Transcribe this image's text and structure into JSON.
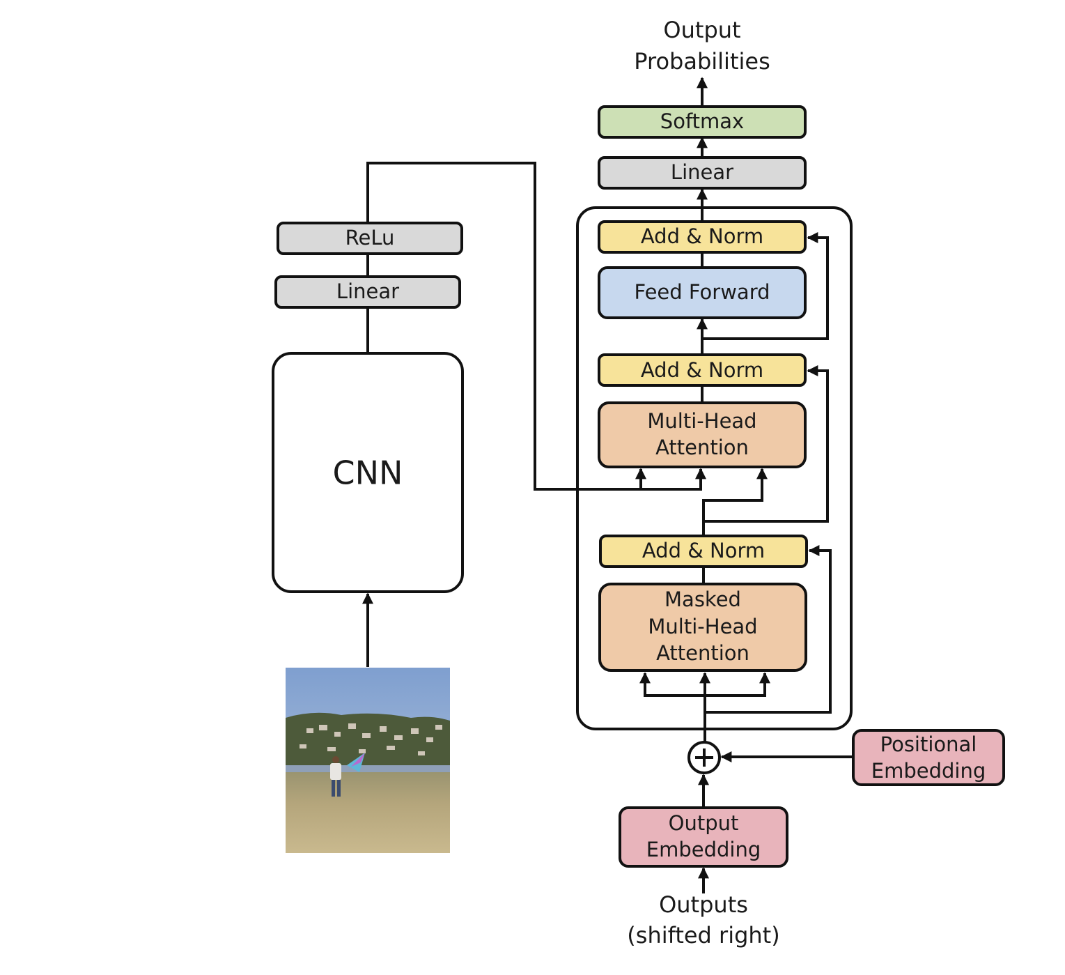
{
  "colors": {
    "gray_box": "#d9d9d9",
    "softmax_green": "#cde0b5",
    "add_norm_yellow": "#f7e39a",
    "feed_forward_blue": "#c7d8ee",
    "attention_orange": "#efcaa8",
    "embedding_pink": "#e8b4bb",
    "line": "#111111"
  },
  "top_output": {
    "line1": "Output",
    "line2": "Probabilities"
  },
  "softmax": "Softmax",
  "decoder_linear": "Linear",
  "add_norm_top": "Add & Norm",
  "feed_forward": "Feed Forward",
  "add_norm_mid": "Add & Norm",
  "cross_attention": {
    "line1": "Multi-Head",
    "line2": "Attention"
  },
  "add_norm_bottom": "Add & Norm",
  "masked_attention": {
    "line1": "Masked",
    "line2": "Multi-Head",
    "line3": "Attention"
  },
  "positional_embedding": {
    "line1": "Positional",
    "line2": "Embedding"
  },
  "output_embedding": {
    "line1": "Output",
    "line2": "Embedding"
  },
  "outputs": {
    "line1": "Outputs",
    "line2": "(shifted right)"
  },
  "encoder": {
    "relu": "ReLu",
    "linear": "Linear",
    "cnn": "CNN"
  },
  "input_image": {
    "icon": "photo-kite-child-field"
  },
  "plus_icon": "+"
}
